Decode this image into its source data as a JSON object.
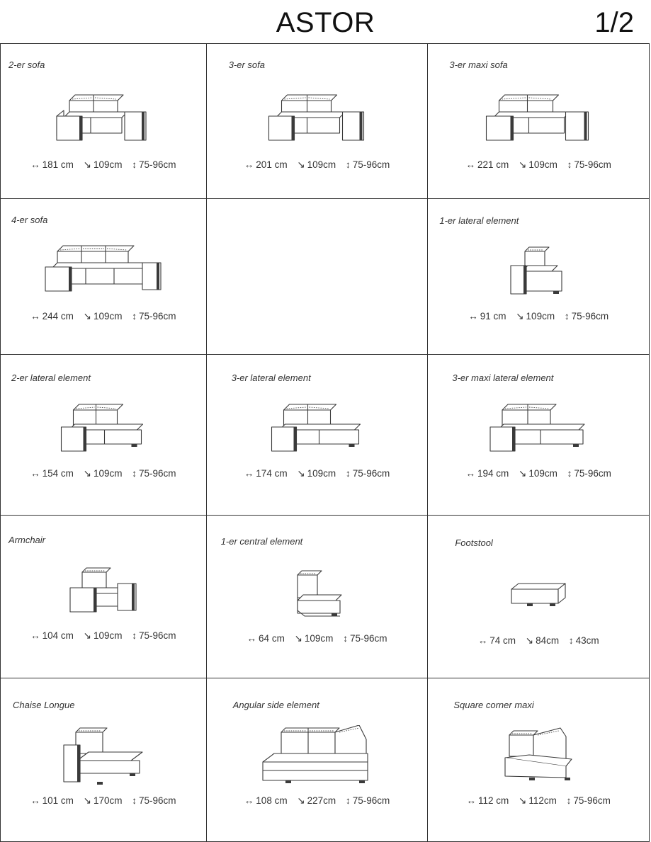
{
  "header": {
    "title": "ASTOR",
    "page": "1/2"
  },
  "glyphs": {
    "width": "↔",
    "depth": "↘",
    "height": "↕"
  },
  "items": [
    {
      "label": "2-er sofa",
      "w": "181 cm",
      "d": "109cm",
      "h": "75-96cm"
    },
    {
      "label": "3-er sofa",
      "w": "201 cm",
      "d": "109cm",
      "h": "75-96cm"
    },
    {
      "label": "3-er maxi sofa",
      "w": "221 cm",
      "d": "109cm",
      "h": "75-96cm"
    },
    {
      "label": "4-er sofa",
      "w": "244 cm",
      "d": "109cm",
      "h": "75-96cm"
    },
    {
      "label": "1-er lateral element",
      "w": "91 cm",
      "d": "109cm",
      "h": "75-96cm"
    },
    {
      "label": "2-er lateral element",
      "w": "154 cm",
      "d": "109cm",
      "h": "75-96cm"
    },
    {
      "label": "3-er lateral element",
      "w": "174 cm",
      "d": "109cm",
      "h": "75-96cm"
    },
    {
      "label": "3-er maxi lateral element",
      "w": "194 cm",
      "d": "109cm",
      "h": "75-96cm"
    },
    {
      "label": "Armchair",
      "w": "104 cm",
      "d": "109cm",
      "h": "75-96cm"
    },
    {
      "label": "1-er central element",
      "w": "64 cm",
      "d": "109cm",
      "h": "75-96cm"
    },
    {
      "label": "Footstool",
      "w": "74 cm",
      "d": "84cm",
      "h": "43cm"
    },
    {
      "label": "Chaise Longue",
      "w": "101 cm",
      "d": "170cm",
      "h": "75-96cm"
    },
    {
      "label": "Angular side element",
      "w": "108 cm",
      "d": "227cm",
      "h": "75-96cm"
    },
    {
      "label": "Square corner maxi",
      "w": "112 cm",
      "d": "112cm",
      "h": "75-96cm"
    }
  ]
}
